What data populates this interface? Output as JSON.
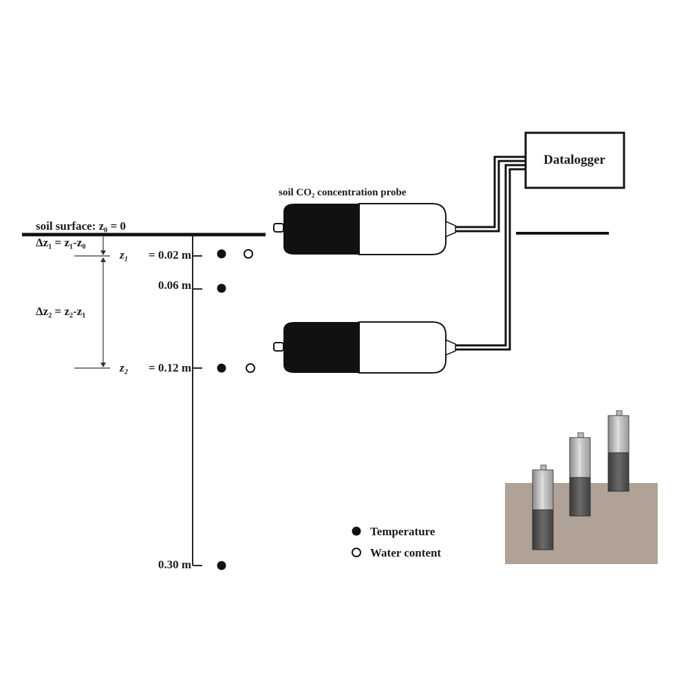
{
  "labels": {
    "soil_surface": "soil surface: z₀ = 0",
    "delta_z1": "Δz₁ = z₁-z₀",
    "delta_z2": "Δz₂ = z₂-z₁",
    "probe_title": "soil CO₂ concentration probe",
    "datalogger": "Datalogger"
  },
  "depths": [
    {
      "sym": "z₁",
      "text": "= 0.02 m",
      "has_temperature": true,
      "has_water": true
    },
    {
      "sym": "",
      "text": "0.06 m",
      "has_temperature": true,
      "has_water": false
    },
    {
      "sym": "z₂",
      "text": "= 0.12 m",
      "has_temperature": true,
      "has_water": true
    },
    {
      "sym": "",
      "text": "0.30 m",
      "has_temperature": true,
      "has_water": false
    }
  ],
  "legend": {
    "temperature": "Temperature",
    "water_content": "Water content"
  },
  "colors": {
    "ink": "#111111",
    "soil": "#b0a296",
    "probe_body": "#555555",
    "probe_cap": "#c8c8c8"
  }
}
